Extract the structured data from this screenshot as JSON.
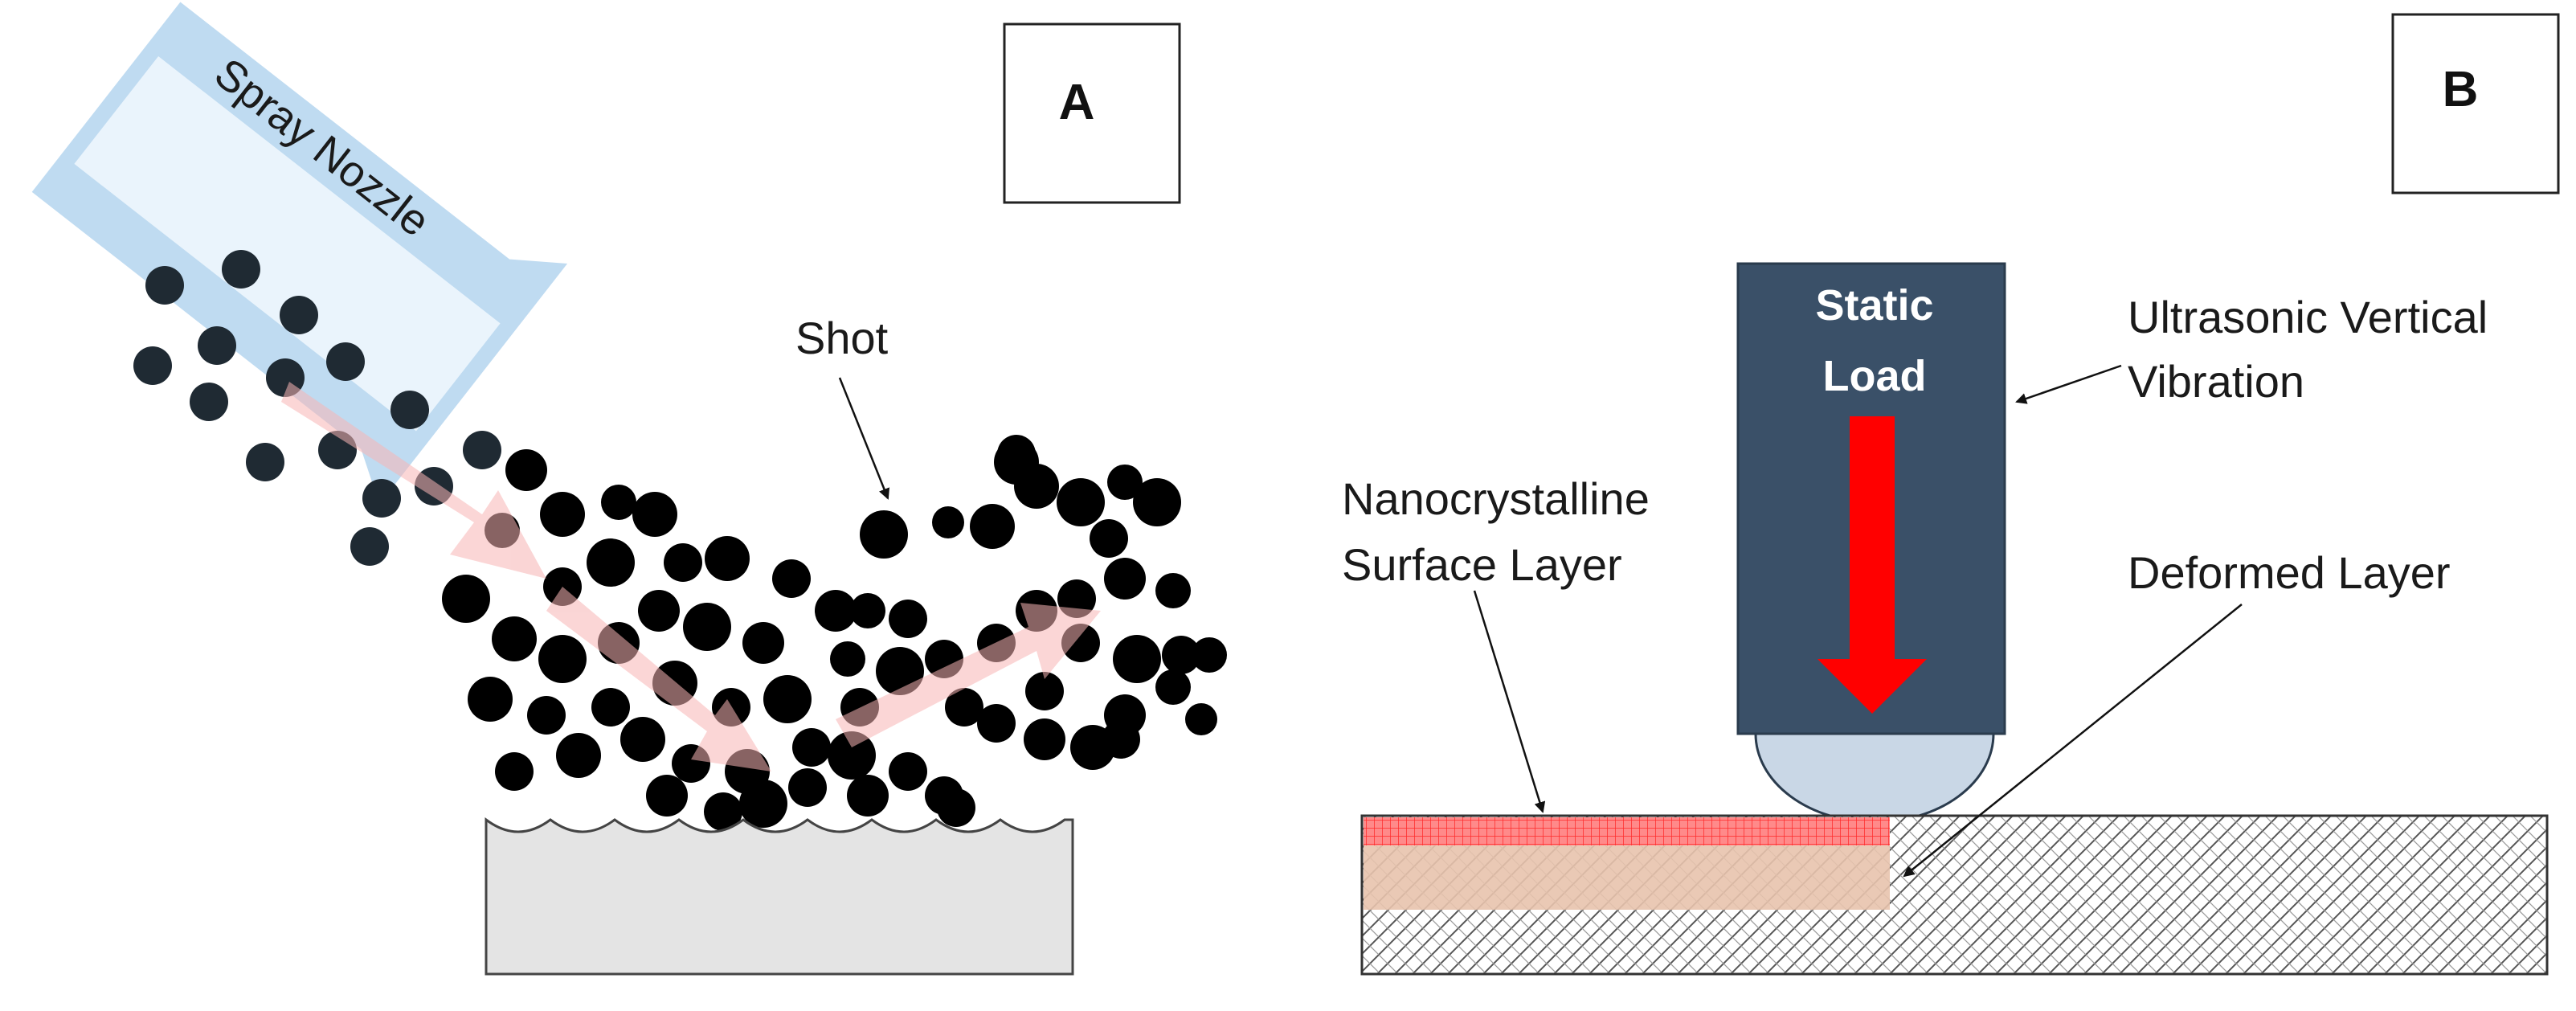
{
  "panel_a": {
    "badge": "A",
    "nozzle_label": "Spray Nozzle",
    "shot_label": "Shot"
  },
  "panel_b": {
    "badge": "B",
    "load_line1": "Static",
    "load_line2": "Load",
    "vibration_line1": "Ultrasonic Vertical",
    "vibration_line2": "Vibration",
    "nano_line1": "Nanocrystalline",
    "nano_line2": "Surface Layer",
    "deformed_label": "Deformed Layer"
  },
  "colors": {
    "nozzle_blue": "#bcd9f0",
    "shot_black": "#000000",
    "trajectory_pink": "#f7b4b4",
    "workpiece_gray": "#e4e4e4",
    "tool_navy": "#3a5068",
    "load_arrow_red": "#ff0000",
    "tip_lightblue": "#c9d7e6",
    "nano_red": "#ff6a6a",
    "deformed_tan": "#e8c3ad"
  }
}
